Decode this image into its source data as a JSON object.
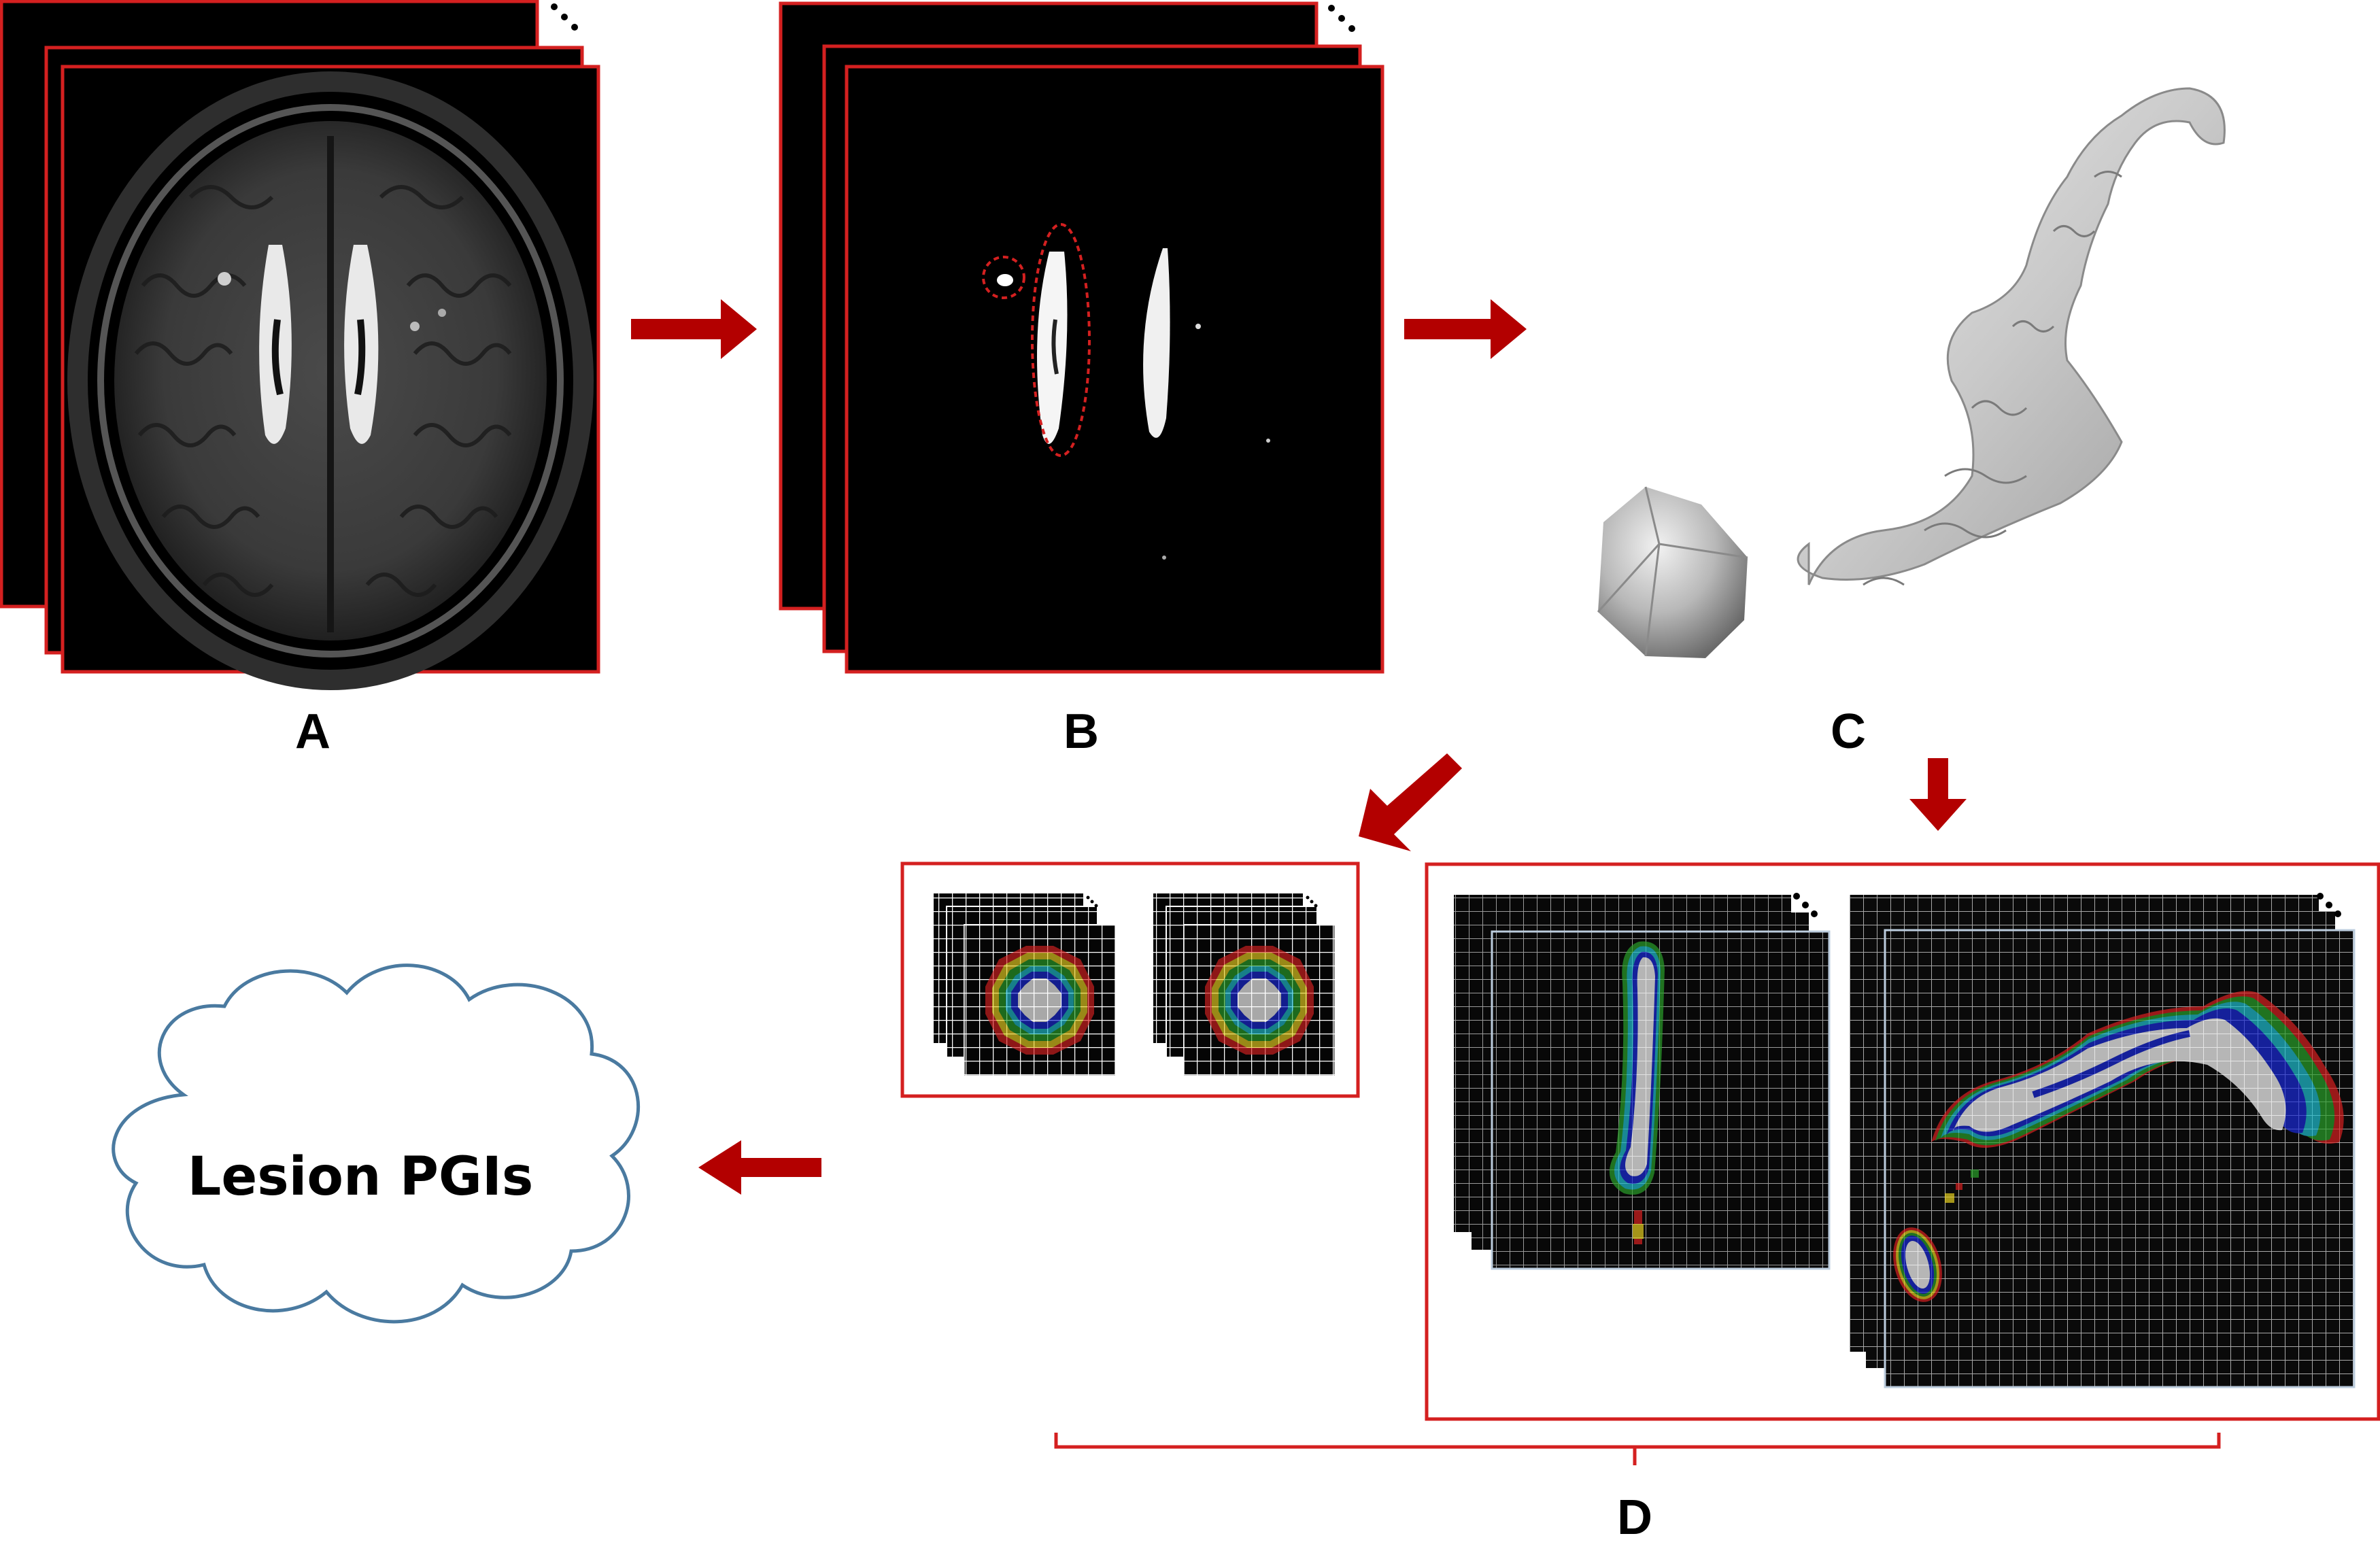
{
  "labels": {
    "panel_a": "A",
    "panel_b": "B",
    "panel_c": "C",
    "panel_d": "D"
  },
  "output": {
    "cloud_text": "Lesion PGIs"
  },
  "colors": {
    "frame_red": "#d42020",
    "arrow_red": "#b30000",
    "cloud_outline": "#4a7aa0",
    "heat_ring": [
      "#d82020",
      "#e8d020",
      "#2aa02a",
      "#20c0d0",
      "#1a2ad8",
      "#ffffff"
    ]
  }
}
